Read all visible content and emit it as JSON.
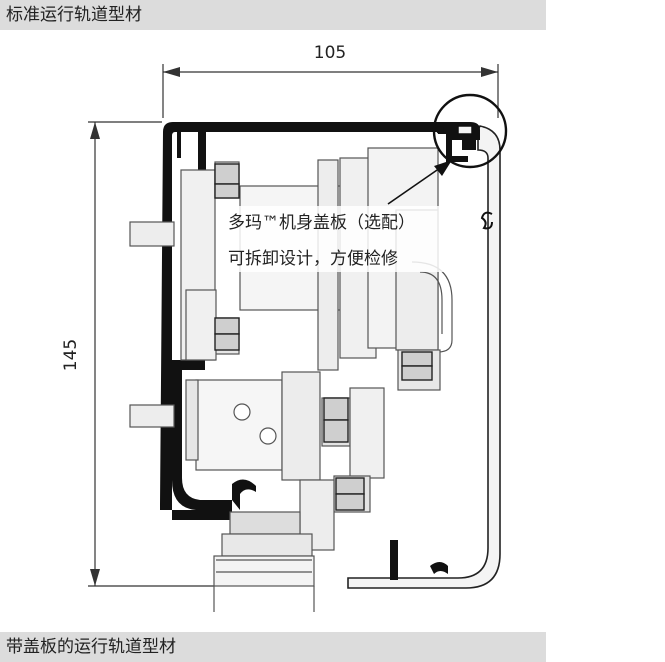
{
  "header": {
    "title": "标准运行轨道型材"
  },
  "footer": {
    "title": "带盖板的运行轨道型材"
  },
  "diagram": {
    "dim_width": "105",
    "dim_height": "145",
    "callout_line1": "多玛™机身盖板（选配）",
    "callout_line2": "可拆卸设计，方便检修"
  }
}
